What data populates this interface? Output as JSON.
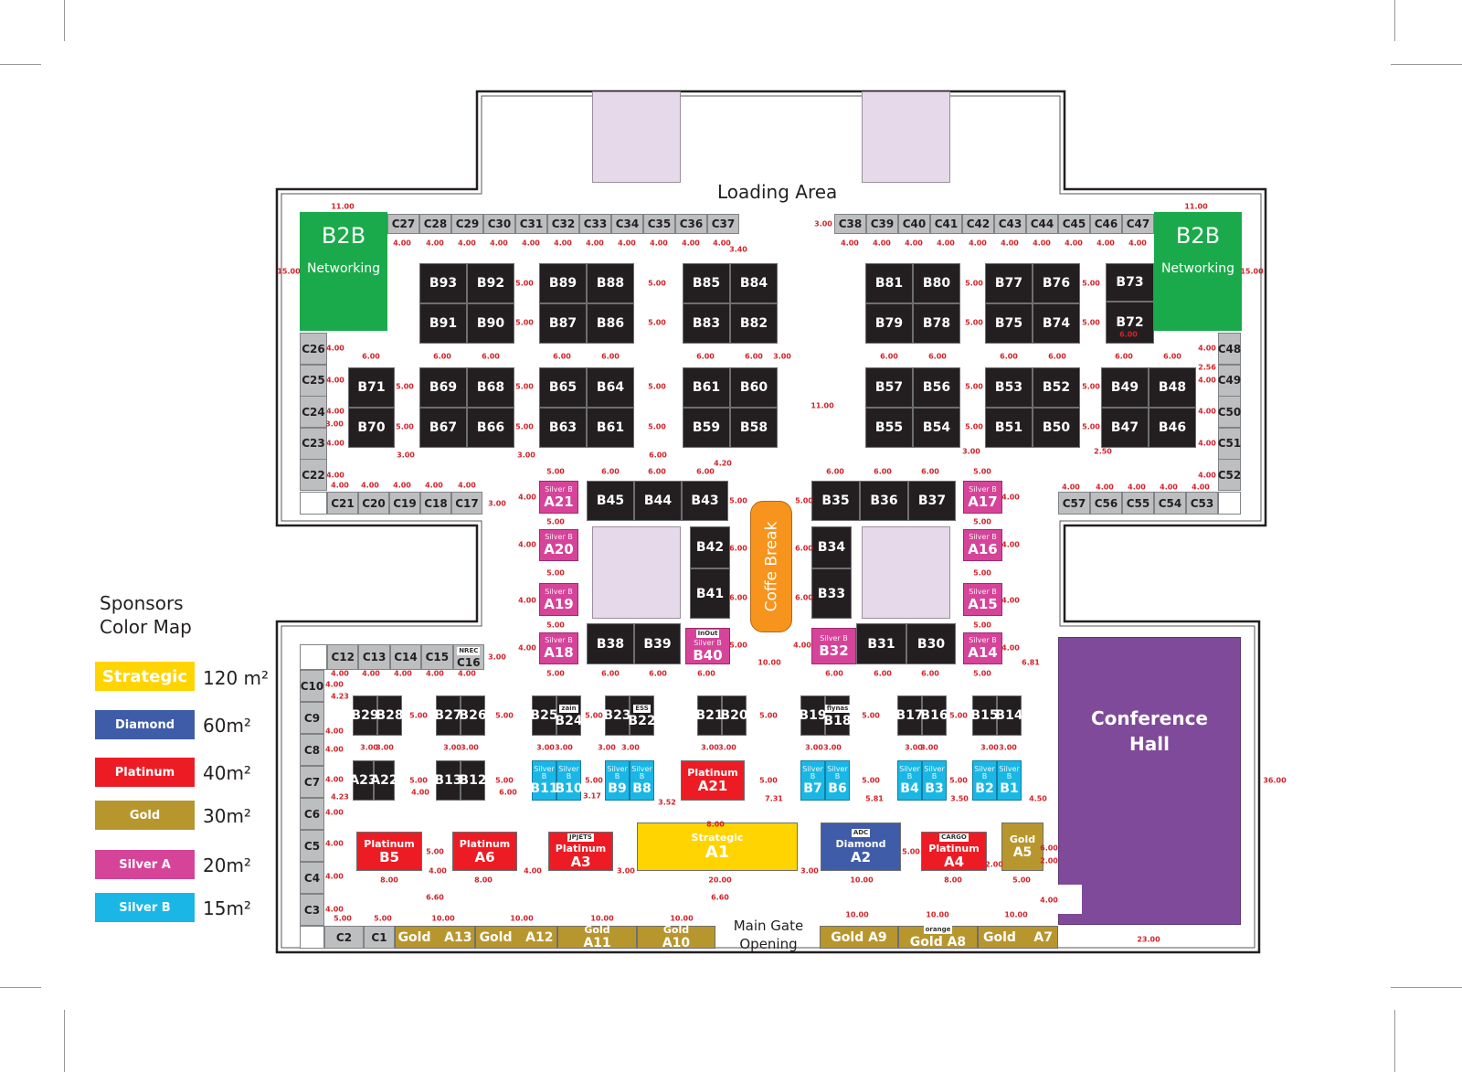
{
  "labels": {
    "loading_area": "Loading Area",
    "main_gate_line1": "Main Gate",
    "main_gate_line2": "Opening",
    "coffee_break": "Coffe Break",
    "conference_hall_line1": "Conference",
    "conference_hall_line2": "Hall",
    "b2b_title": "B2B",
    "b2b_subtitle": "Networking"
  },
  "legend": {
    "title_line1": "Sponsors",
    "title_line2": "Color Map",
    "items": [
      {
        "label": "Strategic",
        "area": "120 m²",
        "color": "#ffd400"
      },
      {
        "label": "Diamond",
        "area": "60m²",
        "color": "#3f5ca8"
      },
      {
        "label": "Platinum",
        "area": "40m²",
        "color": "#ed1c24"
      },
      {
        "label": "Gold",
        "area": "30m²",
        "color": "#b8962e"
      },
      {
        "label": "Silver A",
        "area": "20m²",
        "color": "#d6449a"
      },
      {
        "label": "Silver B",
        "area": "15m²",
        "color": "#1ab7e6"
      }
    ]
  },
  "booths": {
    "C27": "C27",
    "C28": "C28",
    "C29": "C29",
    "C30": "C30",
    "C31": "C31",
    "C32": "C32",
    "C33": "C33",
    "C34": "C34",
    "C35": "C35",
    "C36": "C36",
    "C37": "C37",
    "C38": "C38",
    "C39": "C39",
    "C40": "C40",
    "C41": "C41",
    "C42": "C42",
    "C43": "C43",
    "C44": "C44",
    "C45": "C45",
    "C46": "C46",
    "C47": "C47",
    "C26": "C26",
    "C25": "C25",
    "C24": "C24",
    "C23": "C23",
    "C22": "C22",
    "C21": "C21",
    "C20": "C20",
    "C19": "C19",
    "C18": "C18",
    "C17": "C17",
    "C48": "C48",
    "C49": "C49",
    "C50": "C50",
    "C51": "C51",
    "C52": "C52",
    "C57": "C57",
    "C56": "C56",
    "C55": "C55",
    "C54": "C54",
    "C53": "C53",
    "B93": "B93",
    "B92": "B92",
    "B91": "B91",
    "B90": "B90",
    "B89": "B89",
    "B88": "B88",
    "B87": "B87",
    "B86": "B86",
    "B85": "B85",
    "B84": "B84",
    "B83": "B83",
    "B82": "B82",
    "B81": "B81",
    "B80": "B80",
    "B79": "B79",
    "B78": "B78",
    "B77": "B77",
    "B76": "B76",
    "B75": "B75",
    "B74": "B74",
    "B73": "B73",
    "B72": "B72",
    "B71": "B71",
    "B70": "B70",
    "B69": "B69",
    "B68": "B68",
    "B67": "B67",
    "B66": "B66",
    "B65": "B65",
    "B64": "B64",
    "B63": "B63",
    "B61a": "B61",
    "B61": "B61",
    "B60": "B60",
    "B59": "B59",
    "B58": "B58",
    "B57": "B57",
    "B56": "B56",
    "B55": "B55",
    "B54": "B54",
    "B53": "B53",
    "B52": "B52",
    "B51": "B51",
    "B50": "B50",
    "B49": "B49",
    "B48": "B48",
    "B47": "B47",
    "B46": "B46",
    "A21s": {
      "label": "A21",
      "tier": "Silver B"
    },
    "A20": {
      "label": "A20",
      "tier": "Silver B"
    },
    "A19": {
      "label": "A19",
      "tier": "Silver B"
    },
    "A18": {
      "label": "A18",
      "tier": "Silver B"
    },
    "A17": {
      "label": "A17",
      "tier": "Silver B"
    },
    "A16": {
      "label": "A16",
      "tier": "Silver B"
    },
    "A15": {
      "label": "A15",
      "tier": "Silver B"
    },
    "A14": {
      "label": "A14",
      "tier": "Silver B"
    },
    "B45": "B45",
    "B44": "B44",
    "B43": "B43",
    "B42": "B42",
    "B41": "B41",
    "B38": "B38",
    "B39": "B39",
    "B40": {
      "label": "B40",
      "tier": "Silver B",
      "logo": "InOut"
    },
    "B35": "B35",
    "B36": "B36",
    "B37": "B37",
    "B34": "B34",
    "B33": "B33",
    "B32": {
      "label": "B32",
      "tier": "Silver B"
    },
    "B31": "B31",
    "B30": "B30",
    "C12": "C12",
    "C13": "C13",
    "C14": "C14",
    "C15": "C15",
    "C16": {
      "label": "C16",
      "logo": "NREC"
    },
    "C10": "C10",
    "C9": "C9",
    "C8": "C8",
    "C7": "C7",
    "C6": "C6",
    "C5": "C5",
    "C4": "C4",
    "C3": "C3",
    "C2": "C2",
    "C1": "C1",
    "B29": "B29",
    "B28": "B28",
    "B27": "B27",
    "B26": "B26",
    "B25": "B25",
    "B24": {
      "label": "B24",
      "logo": "zain"
    },
    "B23": "B23",
    "B22": {
      "label": "B22",
      "logo": "ESS"
    },
    "B21": "B21",
    "B20": "B20",
    "B19": "B19",
    "B18": {
      "label": "B18",
      "logo": "flynas"
    },
    "B17": "B17",
    "B16": "B16",
    "B15": "B15",
    "B14": "B14",
    "A23": "A23",
    "A22": "A22",
    "B13": "B13",
    "B12": "B12",
    "B11": {
      "label": "B11",
      "tier": "Silver B"
    },
    "B10": {
      "label": "B10",
      "tier": "Silver B"
    },
    "B9": {
      "label": "B9",
      "tier": "Silver B"
    },
    "B8": {
      "label": "B8",
      "tier": "Silver B"
    },
    "A21p": {
      "label": "A21",
      "tierB": "Platinum"
    },
    "B7": {
      "label": "B7",
      "tier": "Silver B"
    },
    "B6": {
      "label": "B6",
      "tier": "Silver B"
    },
    "B4": {
      "label": "B4",
      "tier": "Silver B"
    },
    "B3": {
      "label": "B3",
      "tier": "Silver B"
    },
    "B2": {
      "label": "B2",
      "tier": "Silver B"
    },
    "B1": {
      "label": "B1",
      "tier": "Silver B"
    },
    "B5": {
      "label": "B5",
      "tierB": "Platinum"
    },
    "A6": {
      "label": "A6",
      "tierB": "Platinum"
    },
    "A3": {
      "label": "A3",
      "tierB": "Platinum",
      "logo": "JPJETS"
    },
    "A1": {
      "label": "A1",
      "tierB": "Strategic"
    },
    "A2": {
      "label": "A2",
      "tierB": "Diamond",
      "logo": "ADC"
    },
    "A4": {
      "label": "A4",
      "tierB": "Platinum",
      "logo": "CARGO"
    },
    "A5": {
      "label": "A5",
      "tierB": "Gold"
    },
    "A13": {
      "label": "Gold   A13"
    },
    "A12": {
      "label": "Gold   A12"
    },
    "A11": {
      "label": "A11",
      "tierB": "Gold"
    },
    "A10": {
      "label": "A10",
      "tierB": "Gold"
    },
    "A9": {
      "label": "Gold A9"
    },
    "A8": {
      "label": "Gold A8",
      "logo": "orange"
    },
    "A7": {
      "label": "Gold    A7"
    }
  },
  "dimensions": [
    "11.00",
    "15.00",
    "4.00",
    "4.00",
    "4.00",
    "4.00",
    "4.00",
    "4.00",
    "4.00",
    "4.00",
    "4.00",
    "4.00",
    "4.00",
    "3.40",
    "4.00",
    "4.00",
    "4.00",
    "4.00",
    "4.00",
    "4.00",
    "4.00",
    "4.00",
    "4.00",
    "4.00",
    "3.00",
    "11.00",
    "15.00",
    "6.00",
    "6.00",
    "6.00",
    "6.00",
    "6.00",
    "6.00",
    "6.00",
    "3.00",
    "6.00",
    "6.00",
    "6.00",
    "6.00",
    "6.00",
    "6.00",
    "6.00",
    "5.00",
    "5.00",
    "5.00",
    "5.00",
    "5.00",
    "5.00",
    "5.00",
    "5.00",
    "5.00",
    "5.00",
    "5.00",
    "5.00",
    "5.00",
    "5.00",
    "5.00",
    "5.00",
    "5.00",
    "5.00",
    "11.00",
    "3.00",
    "3.00",
    "3.00",
    "2.50",
    "6.00",
    "4.00",
    "4.00",
    "4.00",
    "4.00",
    "4.00",
    "3.00",
    "4.00",
    "4.00",
    "4.00",
    "4.00",
    "4.00",
    "3.00",
    "4.00",
    "2.56",
    "4.00",
    "4.00",
    "4.00",
    "4.00",
    "4.00",
    "4.00",
    "4.00",
    "4.00",
    "4.00",
    "5.00",
    "6.00",
    "6.00",
    "6.00",
    "4.20",
    "6.00",
    "6.00",
    "6.00",
    "5.00",
    "4.00",
    "4.00",
    "4.00",
    "4.00",
    "5.00",
    "5.00",
    "5.00",
    "5.00",
    "6.00",
    "6.00",
    "6.00",
    "5.00",
    "6.00",
    "6.00",
    "5.00",
    "10.00",
    "5.00",
    "6.00",
    "6.00",
    "4.00",
    "4.00",
    "4.00",
    "4.00",
    "4.00",
    "5.00",
    "5.00",
    "5.00",
    "5.00",
    "6.00",
    "6.00",
    "6.00",
    "6.81",
    "3.00",
    "4.00",
    "4.00",
    "4.00",
    "4.00",
    "4.00",
    "4.00",
    "4.23",
    "4.00",
    "4.00",
    "4.00",
    "4.23",
    "4.00",
    "4.00",
    "4.00",
    "4.00",
    "5.00",
    "5.00",
    "5.00",
    "5.00",
    "5.00",
    "5.00",
    "3.00",
    "3.00",
    "3.00",
    "3.00",
    "3.00",
    "3.00",
    "3.00",
    "3.00",
    "3.00",
    "3.00",
    "3.00",
    "3.00",
    "3.00",
    "3.00",
    "3.00",
    "3.00",
    "5.00",
    "5.00",
    "5.00",
    "5.00",
    "5.00",
    "5.00",
    "4.00",
    "6.00",
    "3.17",
    "3.52",
    "8.00",
    "7.31",
    "5.81",
    "3.50",
    "4.50",
    "5.00",
    "4.00",
    "4.00",
    "3.00",
    "3.00",
    "5.00",
    "2.00",
    "6.00",
    "2.00",
    "8.00",
    "8.00",
    "20.00",
    "10.00",
    "8.00",
    "5.00",
    "6.60",
    "6.60",
    "4.00",
    "5.00",
    "5.00",
    "10.00",
    "10.00",
    "10.00",
    "10.00",
    "10.00",
    "10.00",
    "10.00",
    "23.00",
    "36.00"
  ],
  "colors": {
    "booth_black": "#231f20",
    "booth_grey": "#bcbec0",
    "b2b_green": "#1aaa4b",
    "conference_purple": "#7f4a9a",
    "coffee_orange": "#f7941d",
    "dimension_red": "#d2232a",
    "reserved_lilac": "#e6d9ea"
  }
}
